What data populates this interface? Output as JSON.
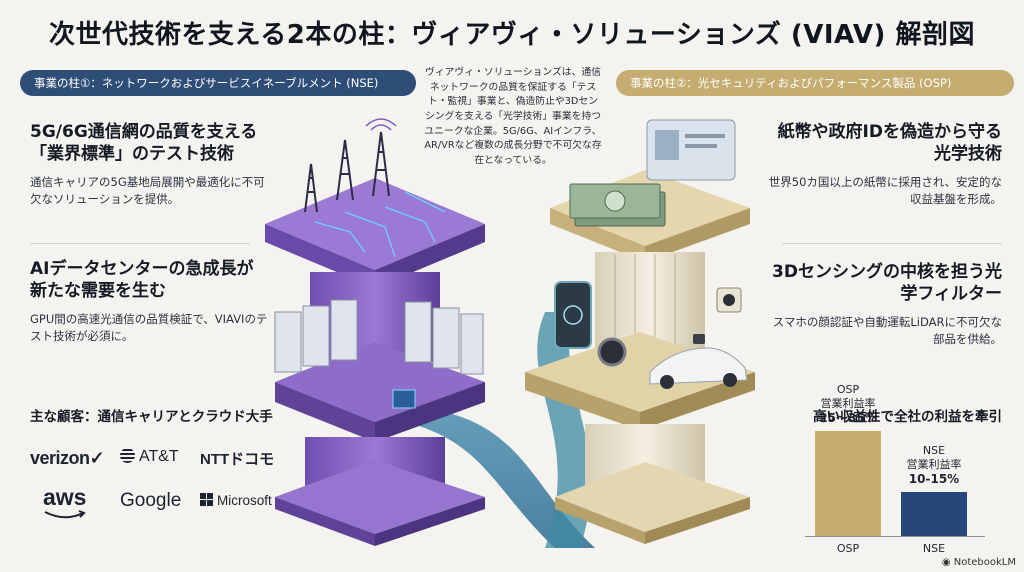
{
  "title": "次世代技術を支える2本の柱：ヴィアヴィ・ソリューションズ (VIAV) 解剖図",
  "nse_pill": "事業の柱①：ネットワークおよびサービスイネーブルメント (NSE)",
  "osp_pill": "事業の柱②：光セキュリティおよびパフォーマンス製品 (OSP)",
  "center_description": "ヴィアヴィ・ソリューションズは、通信ネットワークの品質を保証する「テスト・監視」事業と、偽造防止や3Dセンシングを支える「光学技術」事業を持つユニークな企業。5G/6G、AIインフラ、AR/VRなど複数の成長分野で不可欠な存在となっている。",
  "left": {
    "block1": {
      "heading": "5G/6G通信網の品質を支える「業界標準」のテスト技術",
      "text": "通信キャリアの5G基地局展開や最適化に不可欠なソリューションを提供。"
    },
    "block2": {
      "heading": "AIデータセンターの急成長が新たな需要を生む",
      "text": "GPU間の高速光通信の品質検証で、VIAVIのテスト技術が必須に。"
    },
    "customers": {
      "title": "主な顧客：通信キャリアとクラウド大手",
      "logos": [
        "verizon✓",
        "AT&T",
        "NTTドコモ",
        "aws",
        "Google",
        "Microsoft"
      ]
    }
  },
  "right": {
    "block1": {
      "heading": "紙幣や政府IDを偽造から守る光学技術",
      "text": "世界50カ国以上の紙幣に採用され、安定的な収益基盤を形成。"
    },
    "block2": {
      "heading": "3Dセンシングの中核を担う光学フィルター",
      "text": "スマホの顔認証や自動運転LiDARに不可欠な部品を供給。"
    }
  },
  "chart_data": {
    "type": "bar",
    "title": "高い収益性で全社の利益を牽引",
    "categories": [
      "OSP",
      "NSE"
    ],
    "series": [
      {
        "values": [
          30,
          12.5
        ]
      }
    ],
    "bar_labels": [
      "OSP\n営業利益率\n25〜35%",
      "NSE\n営業利益率\n10-15%"
    ],
    "colors": [
      "#c7ae6e",
      "#27467a"
    ],
    "ylim": [
      0,
      40
    ]
  },
  "brand": "NotebookLM",
  "colors": {
    "nse_accent": "#2f4e77",
    "osp_accent": "#c5ac70",
    "nse_pillar": "#8b66c2",
    "osp_pillar": "#e7dfcc"
  }
}
